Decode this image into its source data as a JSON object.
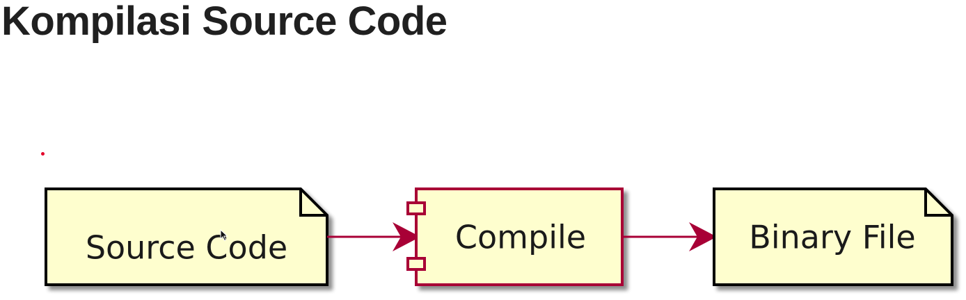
{
  "title": "Kompilasi Source Code",
  "diagram": {
    "nodes": [
      {
        "id": "source",
        "kind": "note",
        "label": "Source Code"
      },
      {
        "id": "compile",
        "kind": "component",
        "label": "Compile"
      },
      {
        "id": "binary",
        "kind": "note",
        "label": "Binary File"
      }
    ],
    "edges": [
      {
        "from": "source",
        "to": "compile"
      },
      {
        "from": "compile",
        "to": "binary"
      }
    ]
  },
  "colors": {
    "node_fill": "#fefece",
    "note_border": "#000000",
    "component_border": "#a80036",
    "arrow": "#a80036",
    "shadow": "#b0b0b0",
    "title": "#202020",
    "laser_dot": "#e3002a"
  },
  "icons": {
    "cursor": "mouse-pointer-icon",
    "dot": "laser-pointer-dot"
  }
}
